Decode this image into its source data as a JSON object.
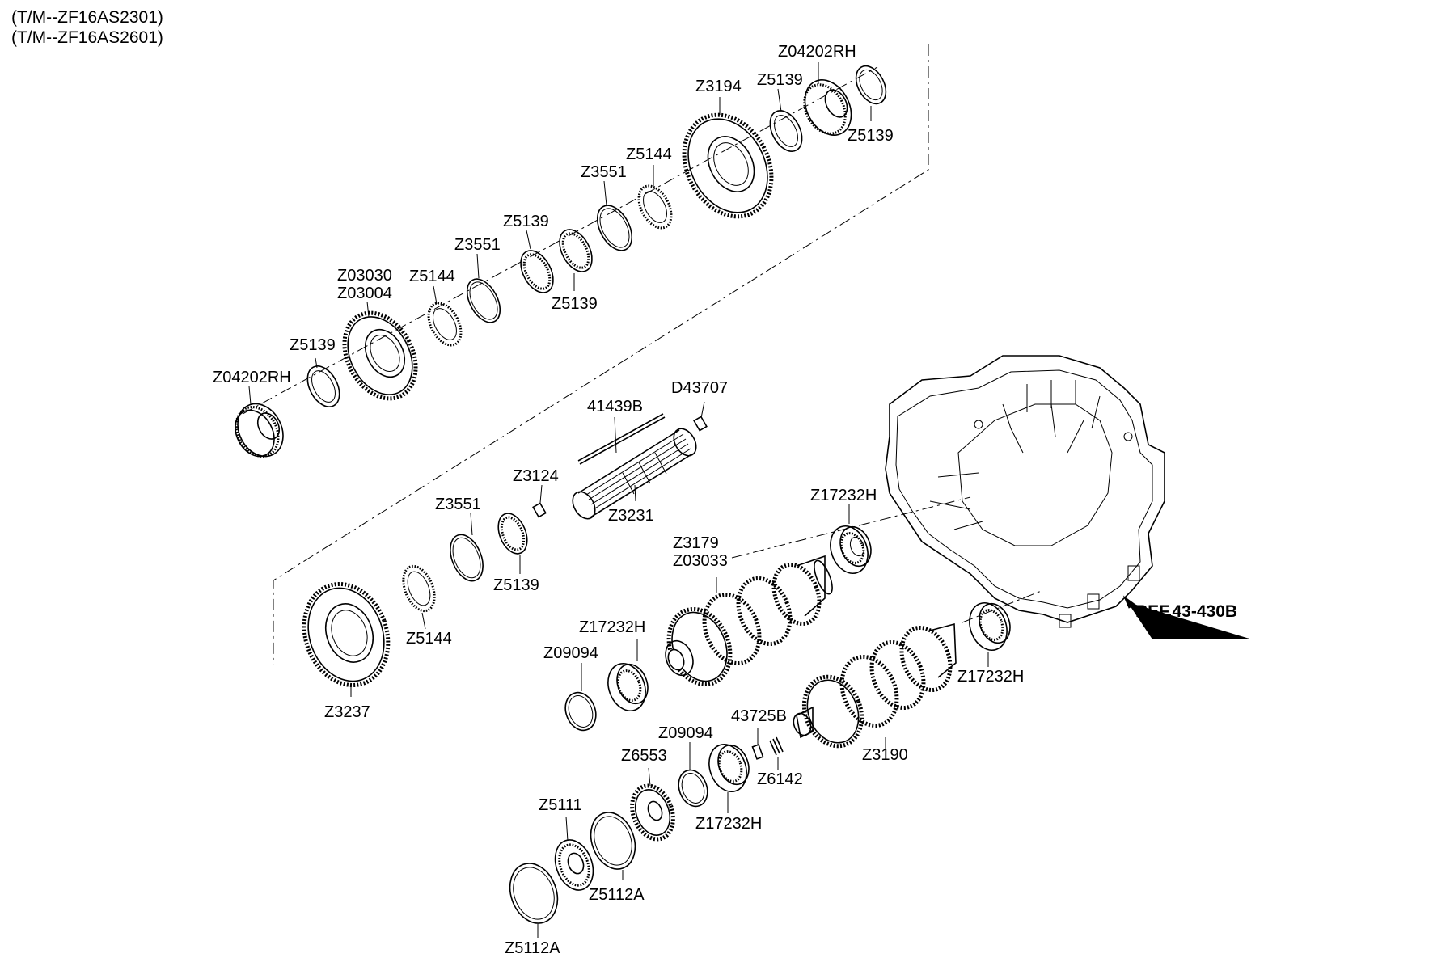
{
  "header": {
    "model_line_1": "(T/M--ZF16AS2301)",
    "model_line_2": "(T/M--ZF16AS2601)"
  },
  "callouts": {
    "z04202rh_top": "Z04202RH",
    "z5139_a": "Z5139",
    "z5139_b": "Z5139",
    "z3194": "Z3194",
    "z5144_a": "Z5144",
    "z3551_a": "Z3551",
    "z5139_c": "Z5139",
    "z5139_d": "Z5139",
    "z3551_b": "Z3551",
    "z03030": "Z03030",
    "z03004": "Z03004",
    "z5144_b": "Z5144",
    "z5139_e": "Z5139",
    "z04202rh_left": "Z04202RH",
    "d43707": "D43707",
    "p41439b": "41439B",
    "z3124": "Z3124",
    "z3231": "Z3231",
    "z3551_c": "Z3551",
    "z5139_f": "Z5139",
    "z5144_c": "Z5144",
    "z3237": "Z3237",
    "z17232h_a": "Z17232H",
    "z3179": "Z3179",
    "z03033": "Z03033",
    "z17232h_b": "Z17232H",
    "z09094_a": "Z09094",
    "z17232h_c": "Z17232H",
    "p43725b": "43725B",
    "z09094_b": "Z09094",
    "z6553": "Z6553",
    "z6142": "Z6142",
    "z3190": "Z3190",
    "z5111": "Z5111",
    "z17232h_d": "Z17232H",
    "z5112a_a": "Z5112A",
    "z5112a_b": "Z5112A",
    "ref": "REF.43-430B"
  }
}
